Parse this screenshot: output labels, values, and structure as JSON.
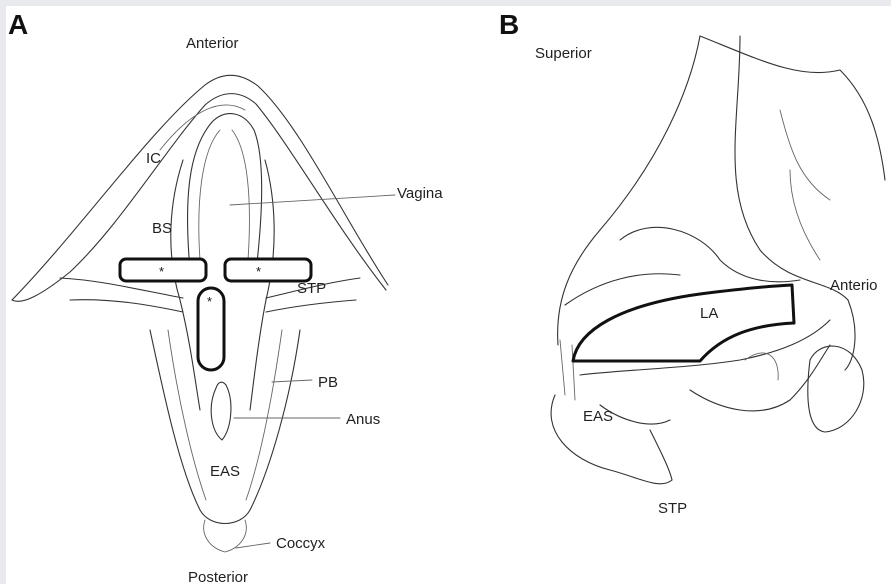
{
  "panels": {
    "a": "A",
    "b": "B"
  },
  "panel_a": {
    "anterior": "Anterior",
    "posterior": "Posterior",
    "ic": "IC",
    "bs": "BS",
    "vagina": "Vagina",
    "stp": "STP",
    "pb": "PB",
    "anus": "Anus",
    "eas": "EAS",
    "coccyx": "Coccyx",
    "asterisk": "*"
  },
  "panel_b": {
    "superior": "Superior",
    "anterior": "Anterio",
    "la": "LA",
    "eas": "EAS",
    "stp": "STP"
  },
  "colors": {
    "outline": "#111111",
    "line": "#333333",
    "background": "#ffffff",
    "border": "#e9eaed"
  }
}
